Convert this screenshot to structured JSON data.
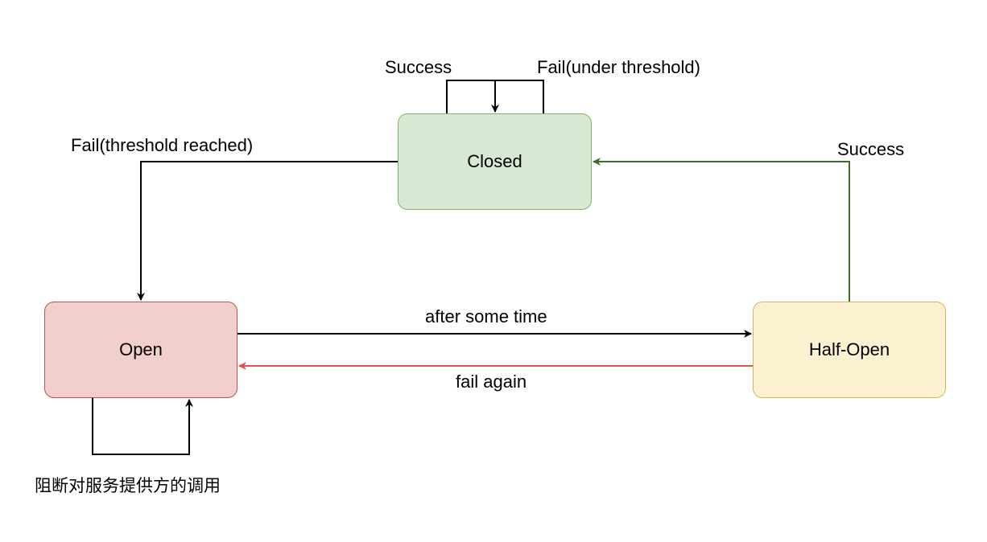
{
  "states": {
    "closed": {
      "label": "Closed",
      "fill": "#d9e8d3",
      "stroke": "#86b366"
    },
    "open": {
      "label": "Open",
      "fill": "#f0cfcd",
      "stroke": "#b85450"
    },
    "half_open": {
      "label": "Half-Open",
      "fill": "#fcf1d0",
      "stroke": "#d6b656"
    }
  },
  "transitions": {
    "closed_success": {
      "label": "Success",
      "color": "#000000"
    },
    "closed_fail_under": {
      "label": "Fail(under threshold)",
      "color": "#000000"
    },
    "closed_to_open": {
      "label": "Fail(threshold reached)",
      "color": "#000000"
    },
    "halfopen_to_closed": {
      "label": "Success",
      "color": "#3d6b2a"
    },
    "open_to_halfopen": {
      "label": "after some time",
      "color": "#000000"
    },
    "halfopen_to_open": {
      "label": "fail again",
      "color": "#d9584a"
    },
    "open_self": {
      "label": "阻断对服务提供方的调用",
      "color": "#000000"
    }
  }
}
